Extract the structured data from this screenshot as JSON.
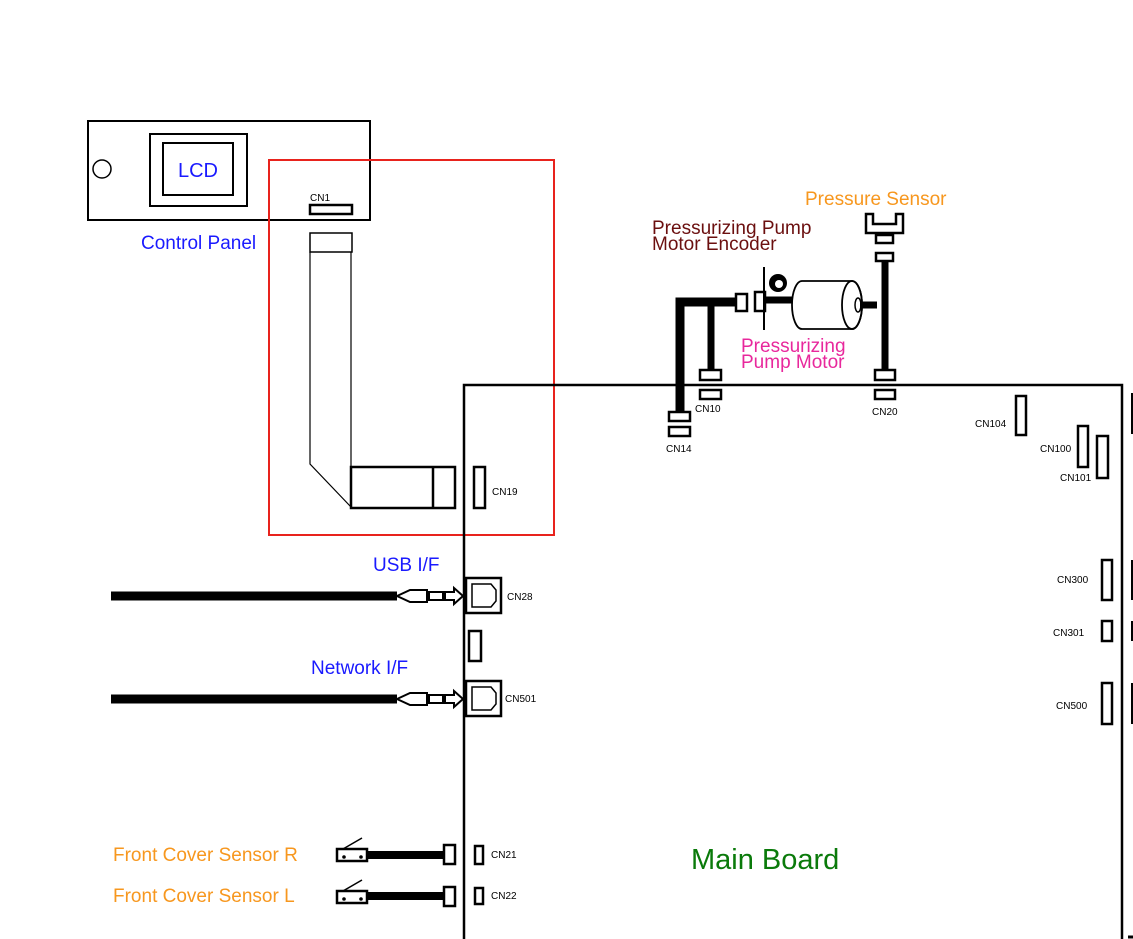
{
  "colors": {
    "blue_label": "#1a1aff",
    "orange_label": "#f7971e",
    "maroon_label": "#6b0f0f",
    "magenta_label": "#e8289c",
    "green_label": "#0a7a0a",
    "highlight": "#e8231d"
  },
  "control_panel": {
    "title": "Control Panel",
    "lcd": "LCD",
    "connector": "CN1"
  },
  "pump": {
    "encoder_label_line1": "Pressurizing Pump",
    "encoder_label_line2": "Motor Encoder",
    "motor_label_line1": "Pressurizing",
    "motor_label_line2": "Pump Motor",
    "pressure_sensor": "Pressure Sensor"
  },
  "interfaces": {
    "usb": "USB I/F",
    "network": "Network I/F"
  },
  "sensors": {
    "front_cover_r": "Front Cover Sensor R",
    "front_cover_l": "Front Cover Sensor L"
  },
  "main_board": {
    "title": "Main Board",
    "connectors": {
      "cn10": "CN10",
      "cn14": "CN14",
      "cn20": "CN20",
      "cn104": "CN104",
      "cn100": "CN100",
      "cn101": "CN101",
      "cn19": "CN19",
      "cn28": "CN28",
      "cn501": "CN501",
      "cn300": "CN300",
      "cn301": "CN301",
      "cn500": "CN500",
      "cn21": "CN21",
      "cn22": "CN22"
    }
  }
}
